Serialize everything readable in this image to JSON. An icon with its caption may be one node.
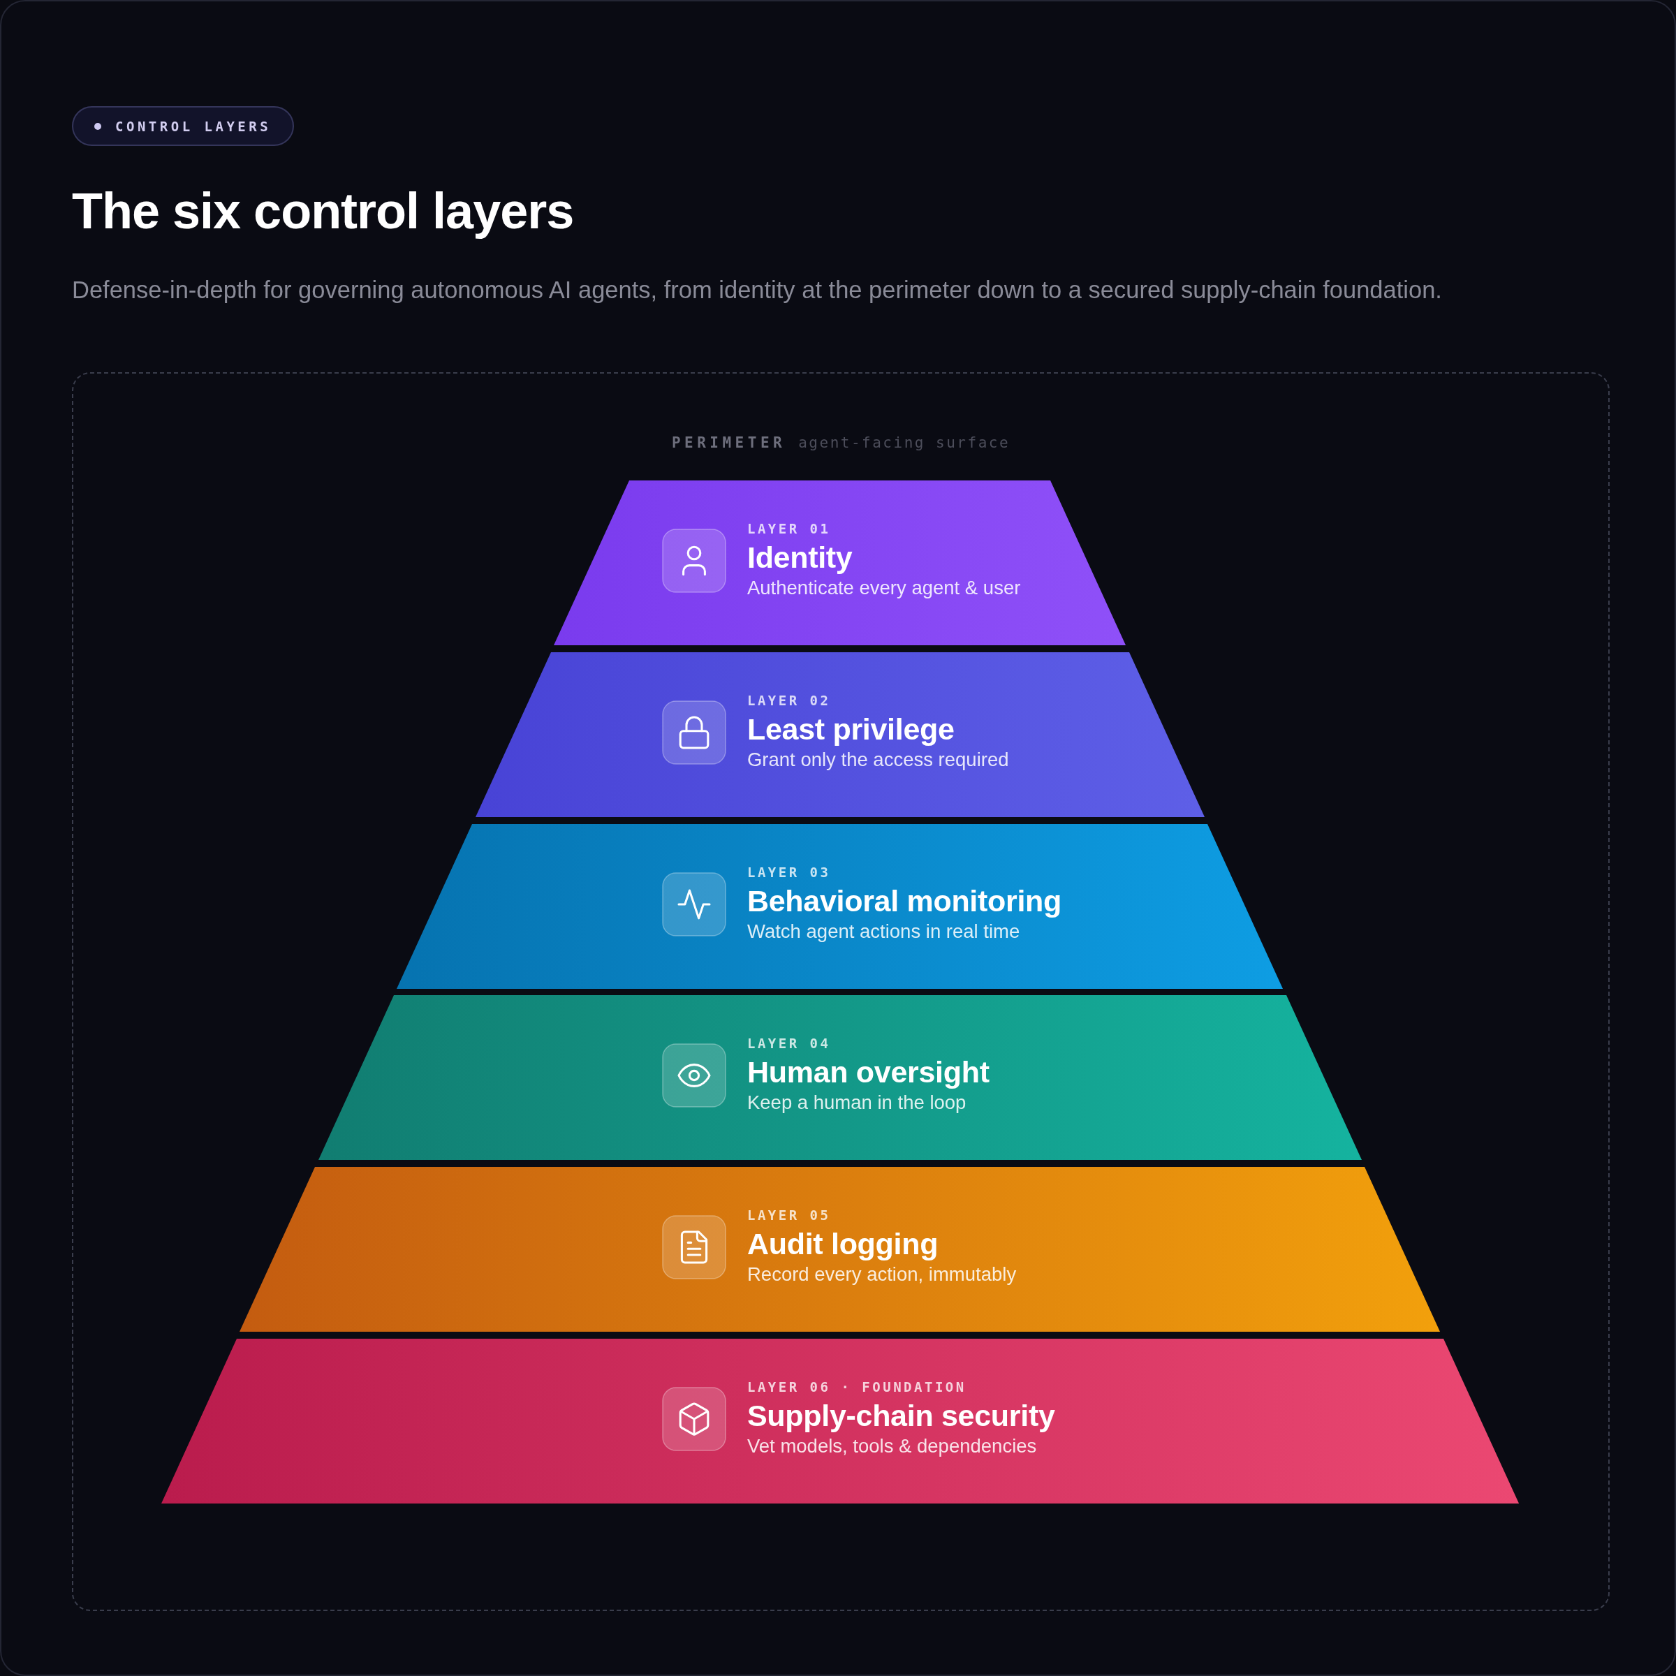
{
  "diagram": {
    "title": "The six control layers",
    "nodes": [
      {
        "text": [
          "CONTROL LAYERS"
        ]
      },
      {
        "text": [
          "PERIMETER",
          "agent-facing surface"
        ]
      },
      {
        "text": [
          "LAYER 01",
          "Identity",
          "Authenticate every agent & user"
        ],
        "in": 1
      },
      {
        "text": [
          "LAYER 02",
          "Least privilege",
          "Grant only the access required"
        ],
        "in": 1
      },
      {
        "text": [
          "LAYER 03",
          "Behavioral monitoring",
          "Watch agent actions in real time"
        ],
        "in": 1
      },
      {
        "text": [
          "LAYER 04",
          "Human oversight",
          "Keep a human in the loop"
        ],
        "in": 1
      },
      {
        "text": [
          "LAYER 05",
          "Audit logging",
          "Record every action, immutably"
        ],
        "in": 1
      },
      {
        "text": [
          "LAYER 06 · FOUNDATION",
          "Supply-chain security",
          "Vet models, tools & dependencies"
        ],
        "in": 1
      }
    ],
    "labels": [
      "Defense-in-depth for governing autonomous AI agents, from identity at the perimeter down to a secured supply-chain foundation."
    ]
  }
}
